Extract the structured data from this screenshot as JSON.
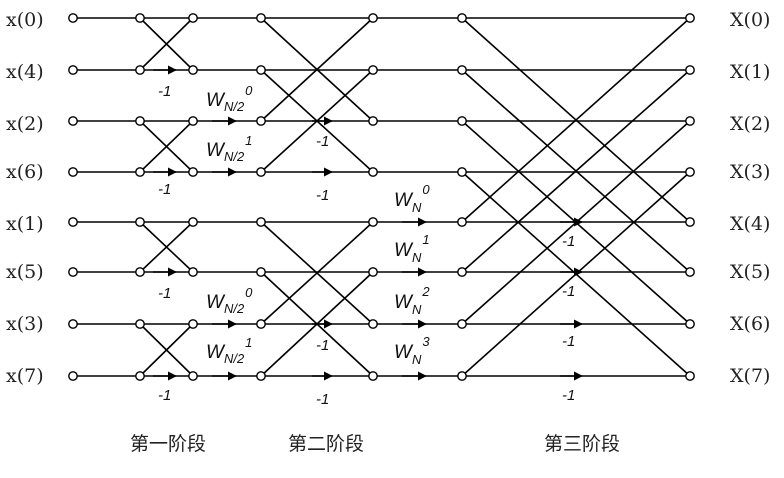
{
  "inputs": [
    "x(0)",
    "x(4)",
    "x(2)",
    "x(6)",
    "x(1)",
    "x(5)",
    "x(3)",
    "x(7)"
  ],
  "outputs": [
    "X(0)",
    "X(1)",
    "X(2)",
    "X(3)",
    "X(4)",
    "X(5)",
    "X(6)",
    "X(7)"
  ],
  "stages": [
    "第一阶段",
    "第二阶段",
    "第三阶段"
  ],
  "twiddle": {
    "stage2": [
      {
        "base": "W",
        "sub": "N/2",
        "exp": "0"
      },
      {
        "base": "W",
        "sub": "N/2",
        "exp": "1"
      },
      {
        "base": "W",
        "sub": "N/2",
        "exp": "0"
      },
      {
        "base": "W",
        "sub": "N/2",
        "exp": "1"
      }
    ],
    "stage3": [
      {
        "base": "W",
        "sub": "N",
        "exp": "0"
      },
      {
        "base": "W",
        "sub": "N",
        "exp": "1"
      },
      {
        "base": "W",
        "sub": "N",
        "exp": "2"
      },
      {
        "base": "W",
        "sub": "N",
        "exp": "3"
      }
    ]
  },
  "negation_label": "-1",
  "colors": {
    "line": "#000000",
    "node_fill": "#ffffff",
    "text": "#222222"
  }
}
